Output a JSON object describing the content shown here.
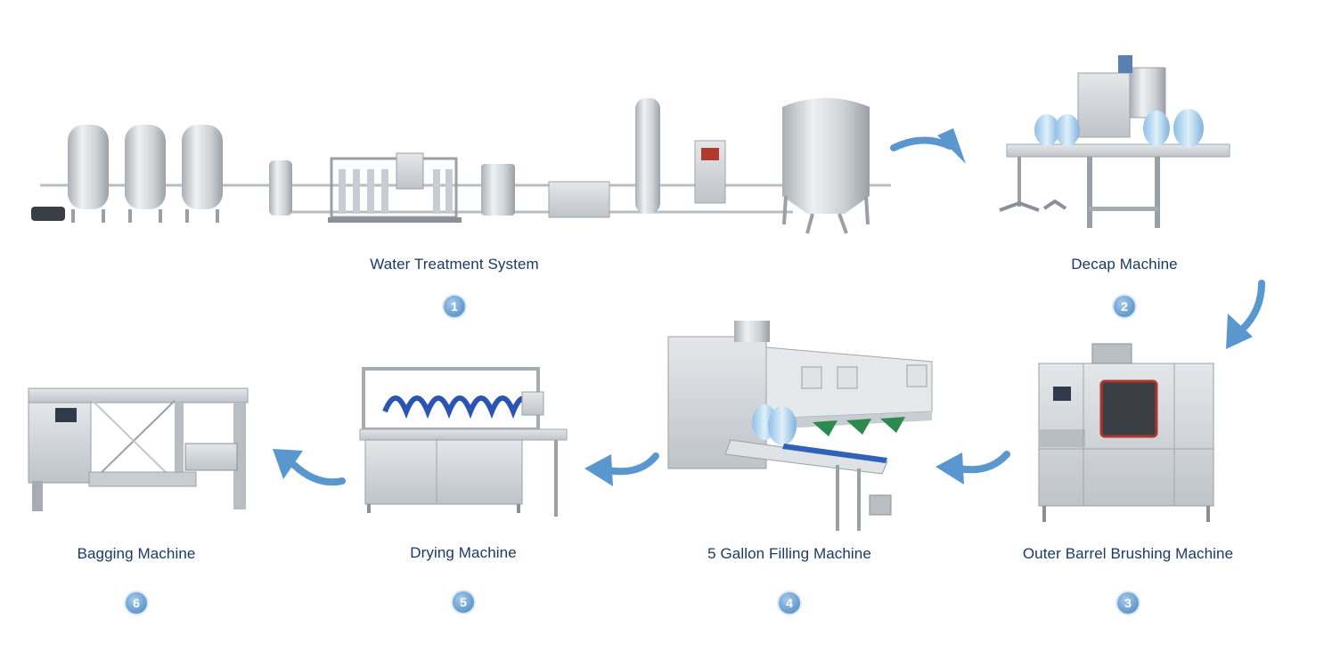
{
  "steps": [
    {
      "number": "1",
      "label": "Water Treatment System"
    },
    {
      "number": "2",
      "label": "Decap Machine"
    },
    {
      "number": "3",
      "label": "Outer Barrel Brushing Machine"
    },
    {
      "number": "4",
      "label": "5 Gallon Filling Machine"
    },
    {
      "number": "5",
      "label": "Drying Machine"
    },
    {
      "number": "6",
      "label": "Bagging Machine"
    }
  ],
  "colors": {
    "label": "#1a3a66",
    "arrow": "#5b97cf",
    "steel": "#cfd4d8",
    "badge": "#6fa3d2"
  }
}
